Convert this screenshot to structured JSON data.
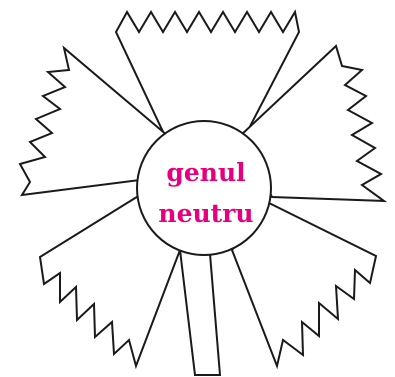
{
  "center": {
    "line1": "genul",
    "line2": "neutru",
    "text_color": "#e6007e"
  },
  "petals": [
    {
      "name": "top"
    },
    {
      "name": "upper-left"
    },
    {
      "name": "upper-right"
    },
    {
      "name": "lower-left"
    },
    {
      "name": "lower-right"
    }
  ]
}
